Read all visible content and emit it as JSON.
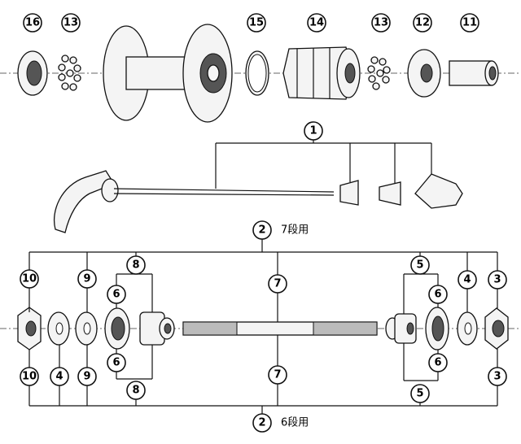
{
  "callouts": {
    "c16": "16",
    "c13a": "13",
    "c15": "15",
    "c14": "14",
    "c13b": "13",
    "c12": "12",
    "c11": "11",
    "c1": "1",
    "c2top": "2",
    "c2bot": "2",
    "c10a": "10",
    "c9a": "9",
    "c8a": "8",
    "c6a": "6",
    "c7a": "7",
    "c5a": "5",
    "c6b": "6",
    "c4a": "4",
    "c3a": "3",
    "c10b": "10",
    "c4b": "4",
    "c9b": "9",
    "c6c": "6",
    "c8b": "8",
    "c7b": "7",
    "c6d": "6",
    "c5b": "5",
    "c3b": "3"
  },
  "labels": {
    "seven_speed": "7段用",
    "six_speed": "6段用"
  }
}
